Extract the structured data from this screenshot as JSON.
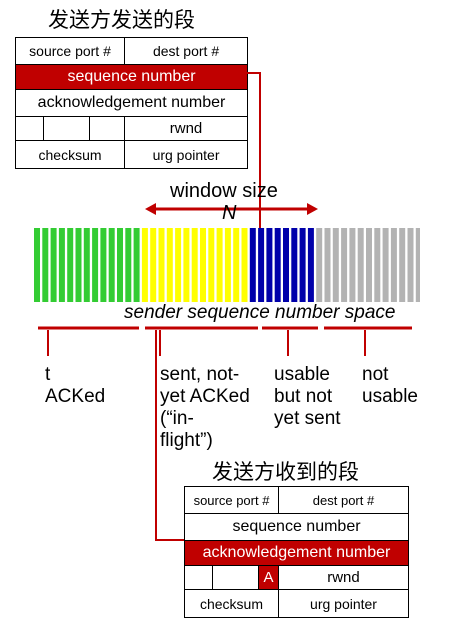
{
  "top_segment": {
    "title": "发送方发送的段",
    "source_port": "source port #",
    "dest_port": "dest port #",
    "sequence_number": "sequence number",
    "ack_number": "acknowledgement number",
    "rwnd": "rwnd",
    "checksum": "checksum",
    "urg_pointer": "urg pointer"
  },
  "window": {
    "label": "window size",
    "n": "N"
  },
  "axis_label": "sender sequence number space",
  "categories": [
    {
      "text": "t\nACKed",
      "color": "#33cc33"
    },
    {
      "text": "sent, not-\nyet ACKed\n(“in-\nflight”)",
      "color": "#ffff00"
    },
    {
      "text": "usable\nbut not\nyet sent",
      "color": "#0000aa"
    },
    {
      "text": "not\nusable",
      "color": "#b3b3b3"
    }
  ],
  "bottom_segment": {
    "title": "发送方收到的段",
    "source_port": "source port #",
    "dest_port": "dest port #",
    "sequence_number": "sequence number",
    "ack_number": "acknowledgement number",
    "ack_flag": "A",
    "rwnd": "rwnd",
    "checksum": "checksum",
    "urg_pointer": "urg pointer"
  },
  "colors": {
    "highlight": "#c00000",
    "acked": "#33cc33",
    "in_flight": "#ffff00",
    "usable": "#0000aa",
    "not_usable": "#b3b3b3"
  }
}
